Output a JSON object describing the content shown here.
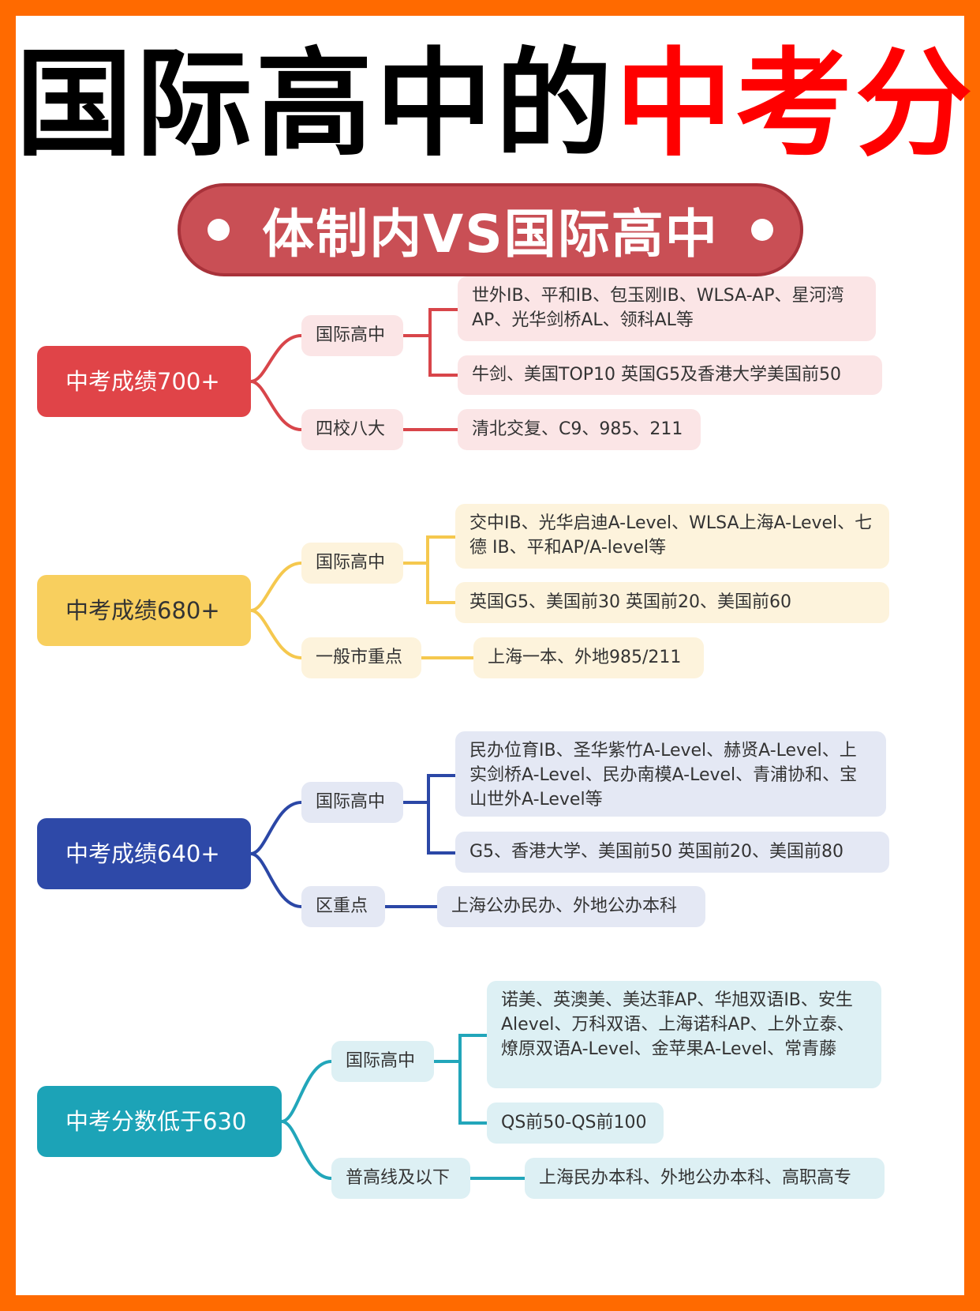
{
  "title": {
    "black": "国际高中的",
    "red": "中考分"
  },
  "subtitle": "体制内VS国际高中",
  "colors": {
    "frame": "#ff6a00",
    "red_main": "#e04448",
    "yellow_main": "#f8cf5e",
    "blue_main": "#2e49a8",
    "teal_main": "#1ca3b7"
  },
  "groups": [
    {
      "main": "中考成绩700+",
      "branches": [
        {
          "label": "国际高中",
          "leaves": [
            "世外IB、平和IB、包玉刚IB、WLSA-AP、星河湾AP、光华剑桥AL、领科AL等",
            "牛剑、美国TOP10 英国G5及香港大学美国前50"
          ]
        },
        {
          "label": "四校八大",
          "leaves": [
            "清北交复、C9、985、211"
          ]
        }
      ]
    },
    {
      "main": "中考成绩680+",
      "branches": [
        {
          "label": "国际高中",
          "leaves": [
            "交中IB、光华启迪A-Level、WLSA上海A-Level、七德 IB、平和AP/A-level等",
            "英国G5、美国前30 英国前20、美国前60"
          ]
        },
        {
          "label": "一般市重点",
          "leaves": [
            "上海一本、外地985/211"
          ]
        }
      ]
    },
    {
      "main": "中考成绩640+",
      "branches": [
        {
          "label": "国际高中",
          "leaves": [
            "民办位育IB、圣华紫竹A-Level、赫贤A-Level、上实剑桥A-Level、民办南模A-Level、青浦协和、宝山世外A-Level等",
            "G5、香港大学、美国前50 英国前20、美国前80"
          ]
        },
        {
          "label": "区重点",
          "leaves": [
            "上海公办民办、外地公办本科"
          ]
        }
      ]
    },
    {
      "main": "中考分数低于630",
      "branches": [
        {
          "label": "国际高中",
          "leaves": [
            "诺美、英澳美、美达菲AP、华旭双语IB、安生Alevel、万科双语、上海诺科AP、上外立泰、燎原双语A-Level、金苹果A-Level、常青藤",
            "QS前50-QS前100"
          ]
        },
        {
          "label": "普高线及以下",
          "leaves": [
            "上海民办本科、外地公办本科、高职高专"
          ]
        }
      ]
    }
  ]
}
